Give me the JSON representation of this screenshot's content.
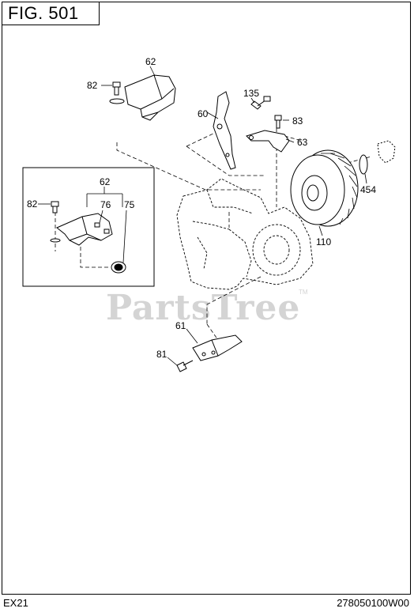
{
  "figure": {
    "label": "FIG. 501"
  },
  "footer": {
    "model": "EX21",
    "drawing_number": "278050100W00"
  },
  "watermark": {
    "text": "PartsTree",
    "trademark": "TM"
  },
  "callouts": {
    "c62_main": "62",
    "c82_main": "82",
    "c60": "60",
    "c135": "135",
    "c83": "83",
    "c63": "63",
    "c454": "454",
    "c110": "110",
    "c62_inset": "62",
    "c76": "76",
    "c75": "75",
    "c82_inset": "82",
    "c61": "61",
    "c81": "81"
  }
}
